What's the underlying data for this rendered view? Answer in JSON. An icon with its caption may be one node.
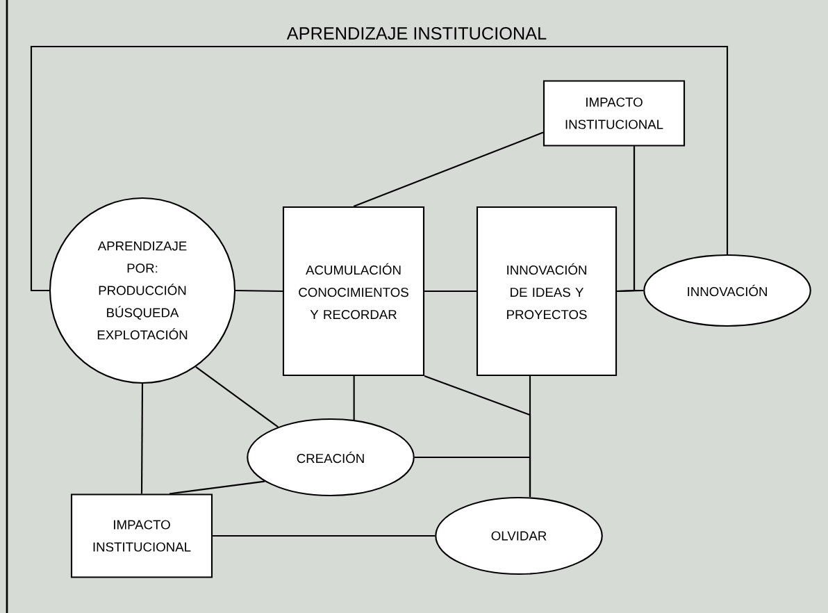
{
  "diagram": {
    "title": "APRENDIZAJE INSTITUCIONAL",
    "nodes": [
      {
        "text": [
          "APRENDIZAJE POR: PRODUCCIÓN BÚSQUEDA EXPLOTACIÓN"
        ]
      },
      {
        "text": [
          "ACUMULACIÓN CONOCIMIENTOS Y RECORDAR"
        ]
      },
      {
        "text": [
          "INNOVACIÓN DE IDEAS Y PROYECTOS"
        ]
      },
      {
        "text": [
          "IMPACTO INSTITUCIONAL"
        ]
      },
      {
        "text": [
          "INNOVACIÓN"
        ]
      },
      {
        "text": [
          "CREACIÓN"
        ]
      },
      {
        "text": [
          "IMPACTO INSTITUCIONAL"
        ]
      },
      {
        "text": [
          "OLVIDAR"
        ]
      }
    ],
    "edges": [
      {
        "from": 0,
        "to": 4,
        "arrow": "none"
      },
      {
        "from": 0,
        "to": 1,
        "arrow": "none"
      },
      {
        "from": 1,
        "to": 2,
        "arrow": "none"
      },
      {
        "from": 2,
        "to": 4,
        "arrow": "none"
      },
      {
        "from": 3,
        "to": 4,
        "arrow": "none"
      },
      {
        "from": 3,
        "to": 2,
        "arrow": "none"
      },
      {
        "from": 1,
        "to": 3,
        "arrow": "none"
      },
      {
        "from": 1,
        "to": 5,
        "arrow": "none"
      },
      {
        "from": 0,
        "to": 5,
        "arrow": "none"
      },
      {
        "from": 0,
        "to": 6,
        "arrow": "none"
      },
      {
        "from": 6,
        "to": 5,
        "arrow": "none"
      },
      {
        "from": 6,
        "to": 7,
        "arrow": "none"
      },
      {
        "from": 2,
        "to": 7,
        "arrow": "none"
      },
      {
        "from": 1,
        "to": 7,
        "arrow": "none"
      },
      {
        "from": 5,
        "to": 7,
        "arrow": "none"
      }
    ]
  }
}
